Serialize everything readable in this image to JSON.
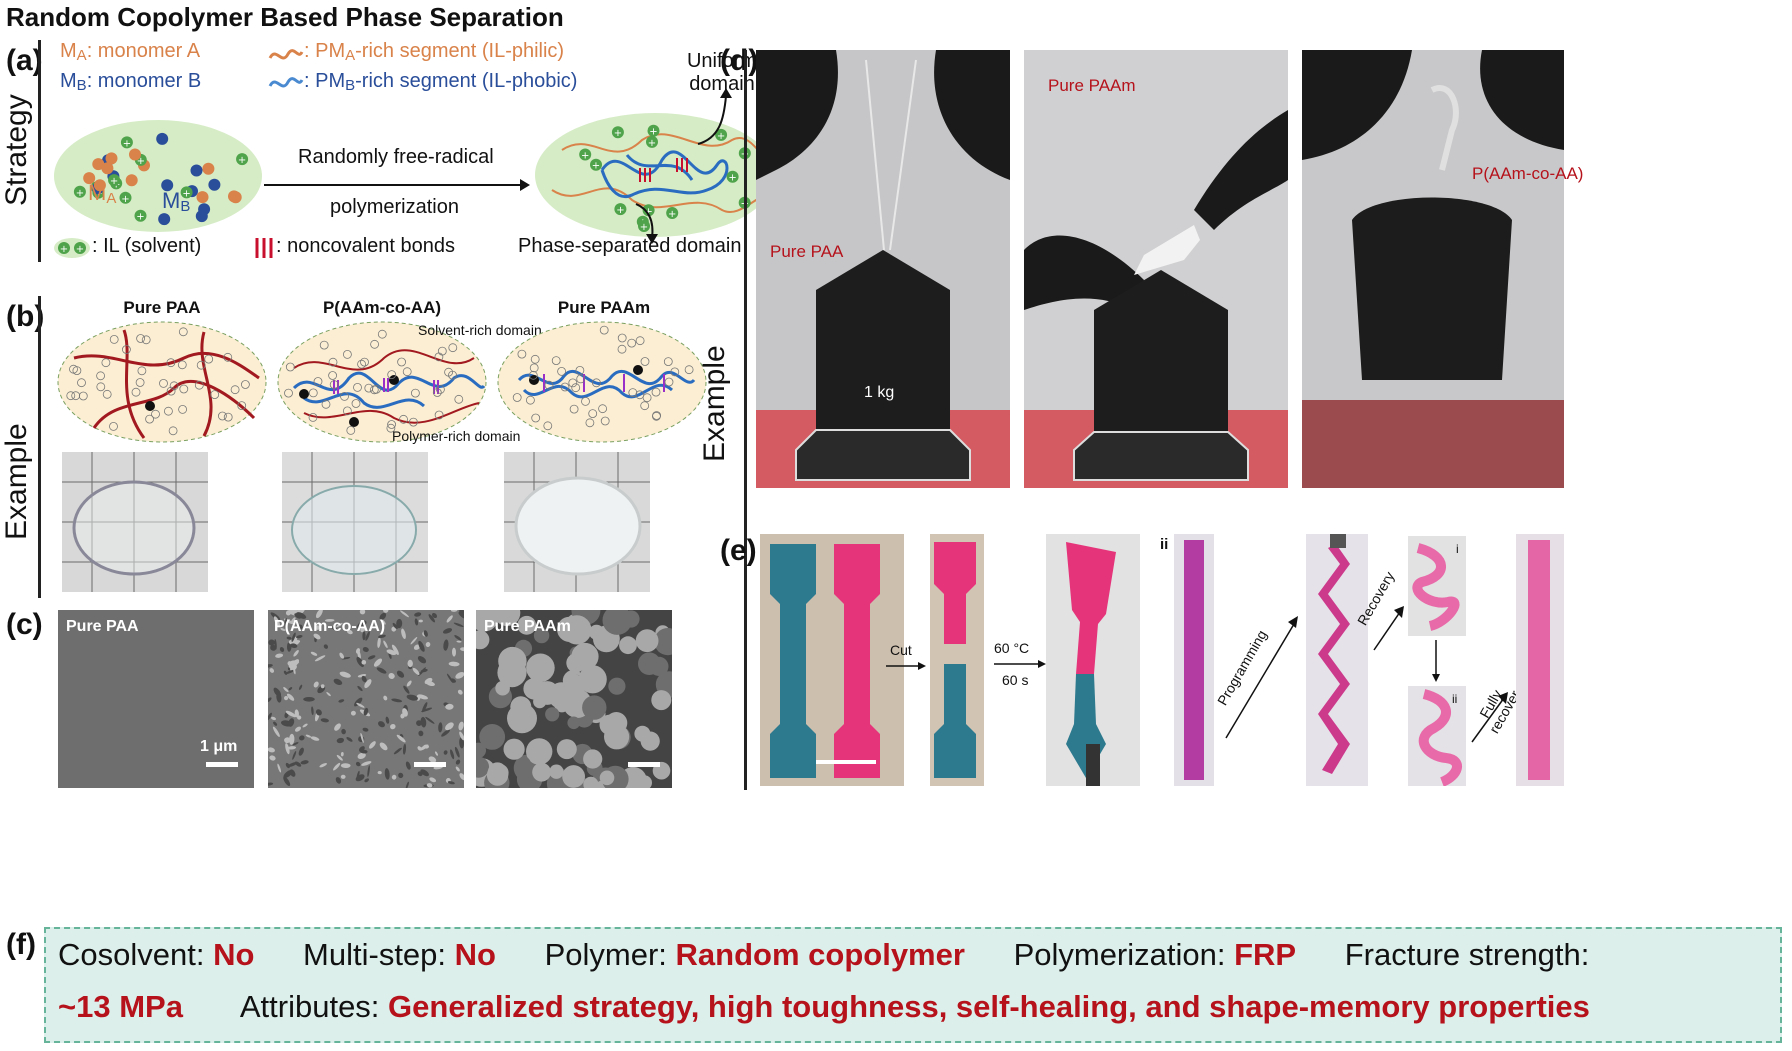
{
  "title": "Random Copolymer Based Phase Separation",
  "panel_labels": {
    "a": "(a)",
    "b": "(b)",
    "c": "(c)",
    "d": "(d)",
    "e": "(e)",
    "f": "(f)"
  },
  "side_labels": {
    "strategy": "Strategy",
    "example_b": "Example",
    "example_d": "Example"
  },
  "panel_a": {
    "monomer_a_sym": "M",
    "monomer_a_sub": "A",
    "monomer_a_text": ": monomer A",
    "monomer_b_sym": "M",
    "monomer_b_sub": "B",
    "monomer_b_text": ": monomer B",
    "seg_a_pre": ": PM",
    "seg_a_sub": "A",
    "seg_a_post": "-rich segment (IL-philic)",
    "seg_b_pre": ": PM",
    "seg_b_sub": "B",
    "seg_b_post": "-rich segment (IL-phobic)",
    "uniform_line1": "Uniform",
    "uniform_line2": "domain",
    "arrow_top": "Randomly free-radical",
    "arrow_bottom": "polymerization",
    "ma_in_ellipse_sym": "M",
    "ma_in_ellipse_sub": "A",
    "mb_in_ellipse_sym": "M",
    "mb_in_ellipse_sub": "B",
    "il_legend": ": IL (solvent)",
    "bonds_legend": ": noncovalent bonds",
    "phase_domain": "Phase-separated domain"
  },
  "panel_b": {
    "head1": "Pure PAA",
    "head2": "P(AAm-co-AA)",
    "head3": "Pure PAAm",
    "solvent_rich": "Solvent-rich domain",
    "polymer_rich": "Polymer-rich domain"
  },
  "panel_c": {
    "label1": "Pure PAA",
    "label2": "P(AAm-co-AA)",
    "label3": "Pure PAAm",
    "scale": "1 μm"
  },
  "panel_d": {
    "label1": "Pure PAA",
    "label2": "Pure PAAm",
    "label3": "P(AAm-co-AA)",
    "weight": "1 kg"
  },
  "panel_e": {
    "roman_i": "i",
    "roman_ii": "ii",
    "cut": "Cut",
    "temp": "60 °C",
    "time": "60 s",
    "programming": "Programming",
    "recovery": "Recovery",
    "fully_recover_1": "Fully",
    "fully_recover_2": "recover",
    "inset_i": "i",
    "inset_ii": "ii"
  },
  "panel_f": {
    "cosolvent_label": "Cosolvent:",
    "cosolvent_value": "No",
    "multistep_label": "Multi-step:",
    "multistep_value": "No",
    "polymer_label": "Polymer:",
    "polymer_value": "Random copolymer",
    "polymerization_label": "Polymerization:",
    "polymerization_value": "FRP",
    "fracture_label": "Fracture strength:",
    "fracture_value": "~13 MPa",
    "attributes_label": "Attributes:",
    "attributes_value": "Generalized strategy, high toughness, self-healing, and shape-memory properties"
  },
  "colors": {
    "accent_red": "#b5121b",
    "orange": "#d9824a",
    "blue": "#2a4e9a",
    "box_bg": "#dcefea",
    "box_border": "#66b59a"
  }
}
